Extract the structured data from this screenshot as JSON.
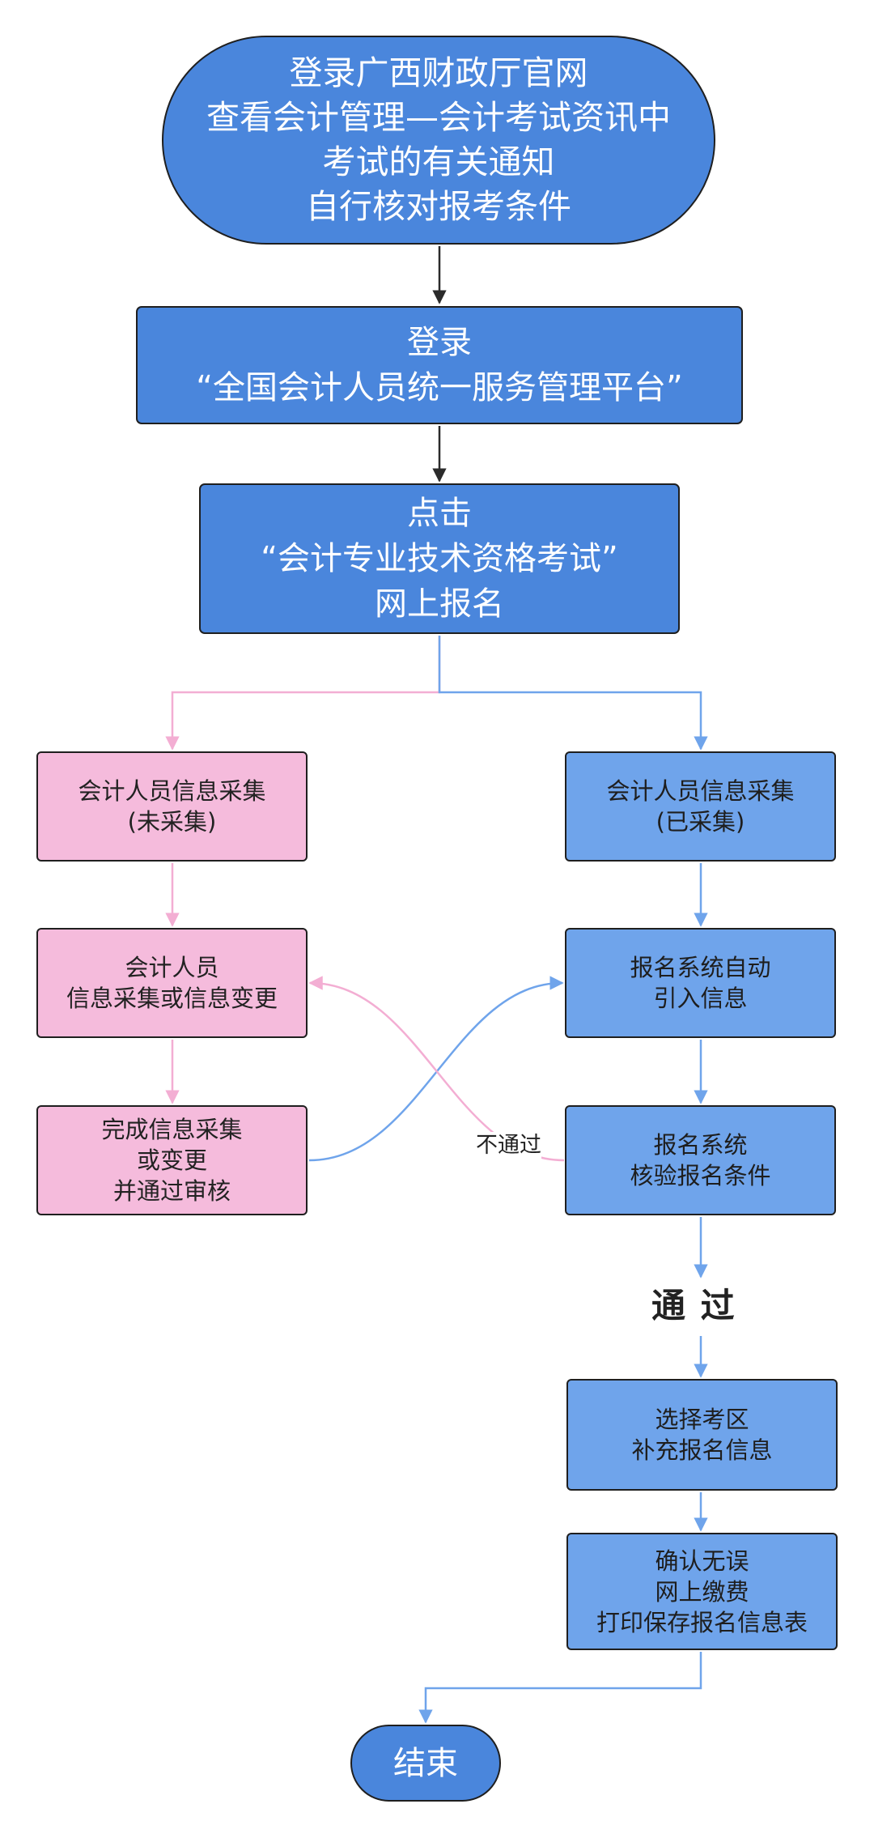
{
  "colors": {
    "dark_node": "#4a86dc",
    "light_node": "#6fa4eb",
    "pink_node": "#f5bbdc",
    "arrow_dark": "#2b2b2b",
    "arrow_blue": "#6fa4eb",
    "arrow_pink": "#f3aed3"
  },
  "nodes": {
    "start": {
      "lines": [
        "登录广西财政厅官网",
        "查看会计管理—会计考试资讯中",
        "考试的有关通知",
        "自行核对报考条件"
      ]
    },
    "login": {
      "lines": [
        "登录",
        "“全国会计人员统一服务管理平台”"
      ]
    },
    "click": {
      "lines": [
        "点击",
        "“会计专业技术资格考试”",
        "网上报名"
      ]
    },
    "collect_pending": {
      "lines": [
        "会计人员信息采集",
        "(未采集)"
      ]
    },
    "collect_done": {
      "lines": [
        "会计人员信息采集",
        "(已采集)"
      ]
    },
    "info_change": {
      "lines": [
        "会计人员",
        "信息采集或信息变更"
      ]
    },
    "auto_import": {
      "lines": [
        "报名系统自动",
        "引入信息"
      ]
    },
    "finish_review": {
      "lines": [
        "完成信息采集",
        "或变更",
        "并通过审核"
      ]
    },
    "verify": {
      "lines": [
        "报名系统",
        "核验报名条件"
      ]
    },
    "choose_area": {
      "lines": [
        "选择考区",
        "补充报名信息"
      ]
    },
    "confirm_pay": {
      "lines": [
        "确认无误",
        "网上缴费",
        "打印保存报名信息表"
      ]
    },
    "end": {
      "lines": [
        "结束"
      ]
    }
  },
  "labels": {
    "fail": "不通过",
    "pass": "通 过"
  }
}
